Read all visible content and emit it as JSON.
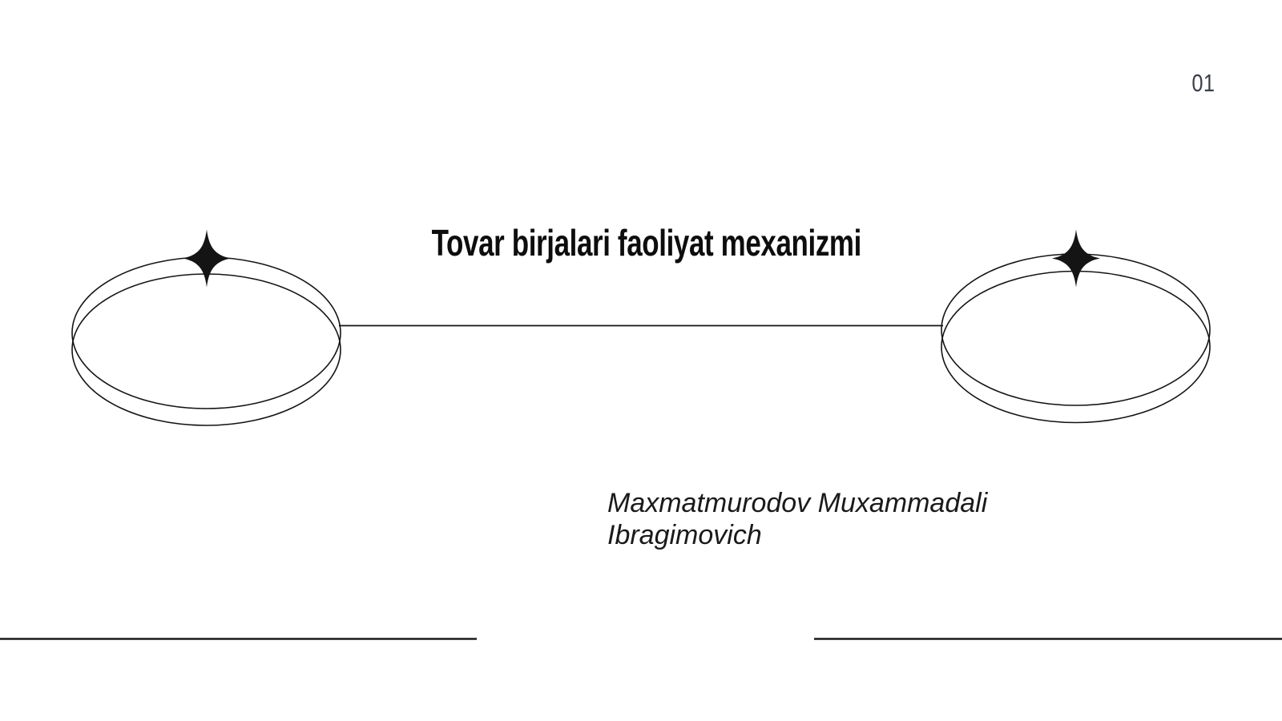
{
  "slide": {
    "page_number": "01",
    "title": "Tovar birjalari faoliyat mexanizmi",
    "author_line1": "Maxmatmurodov Muxammadali",
    "author_line2": "Ibragimovich"
  },
  "decor": {
    "left_ring": "double-ellipse-ring",
    "right_ring": "double-ellipse-ring",
    "left_star": "four-point-sparkle",
    "right_star": "four-point-sparkle",
    "connector": "horizontal-connector-line",
    "bottom_left_rule": "horizontal-rule",
    "bottom_right_rule": "horizontal-rule"
  },
  "colors": {
    "background": "#ffffff",
    "ink": "#141414",
    "rule": "#1a1a1a",
    "title": "#0d0d0d",
    "author": "#1a1a1a",
    "page_number": "#3b4047"
  }
}
